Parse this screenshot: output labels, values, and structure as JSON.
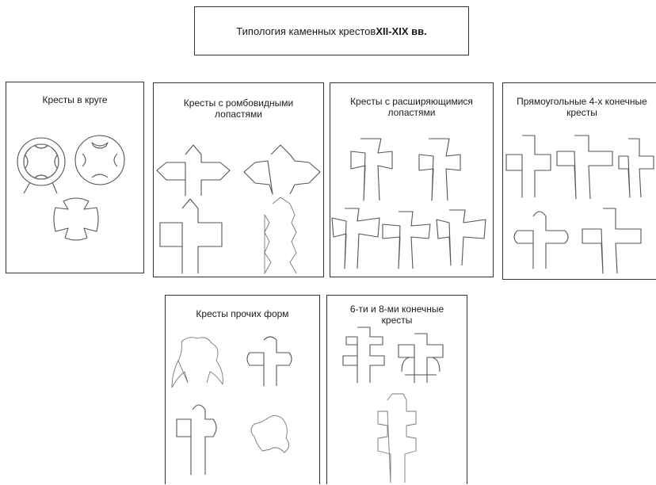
{
  "title": {
    "text_main": "Типология каменных крестов ",
    "text_bold": "XII-XIX вв."
  },
  "panels": [
    {
      "title": "Кресты в круге"
    },
    {
      "title": "Кресты с ромбовидными лопастями"
    },
    {
      "title": "Кресты с расширяющимися лопастями"
    },
    {
      "title": "Прямоугольные 4-х конечные кресты"
    },
    {
      "title": "Кресты прочих форм"
    },
    {
      "title": "6-ти и 8-ми конечные кресты"
    }
  ],
  "colors": {
    "outline": "#555555",
    "border": "#333333"
  }
}
